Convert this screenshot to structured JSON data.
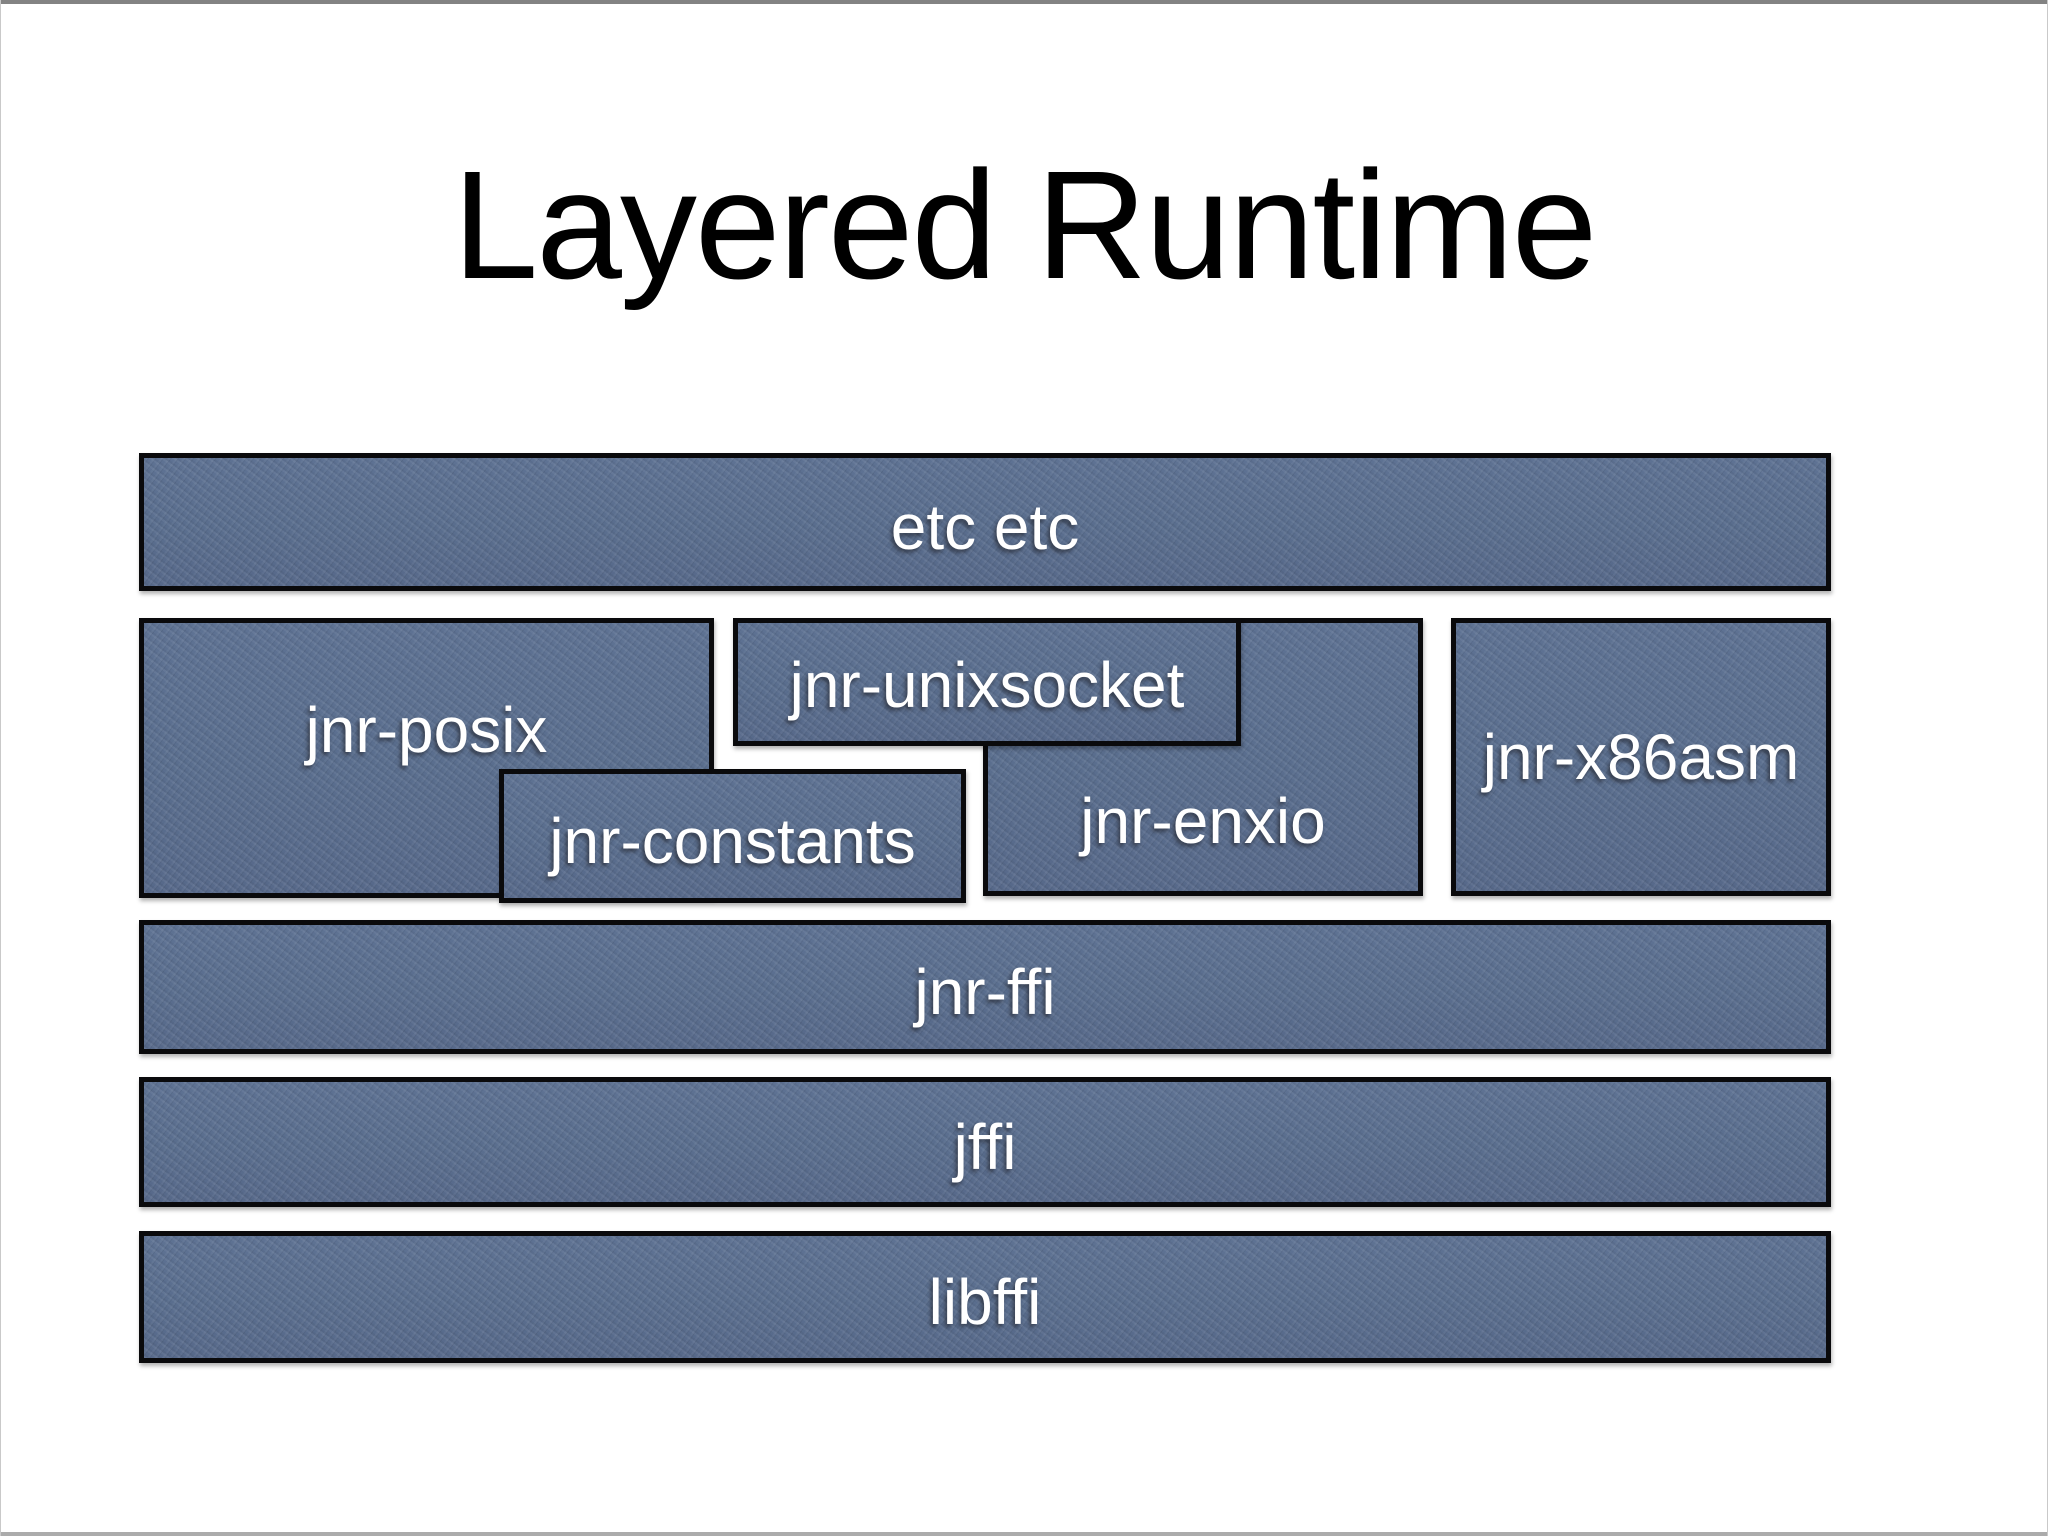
{
  "title": "Layered Runtime",
  "boxes": {
    "etc": {
      "label": "etc etc"
    },
    "posix": {
      "label": "jnr-posix"
    },
    "unixsocket": {
      "label": "jnr-unixsocket"
    },
    "constants": {
      "label": "jnr-constants"
    },
    "enxio": {
      "label": "jnr-enxio"
    },
    "x86asm": {
      "label": "jnr-x86asm"
    },
    "jnrffi": {
      "label": "jnr-ffi"
    },
    "jffi": {
      "label": "jffi"
    },
    "libffi": {
      "label": "libffi"
    }
  },
  "colors": {
    "slide_background": "#ffffff",
    "box_fill": "#5c7090",
    "box_border": "#0a0a0c",
    "label_text": "#ffffff",
    "title_text": "#000000",
    "frame_top_edge": "#838383",
    "frame_bottom_edge": "#ababab"
  }
}
